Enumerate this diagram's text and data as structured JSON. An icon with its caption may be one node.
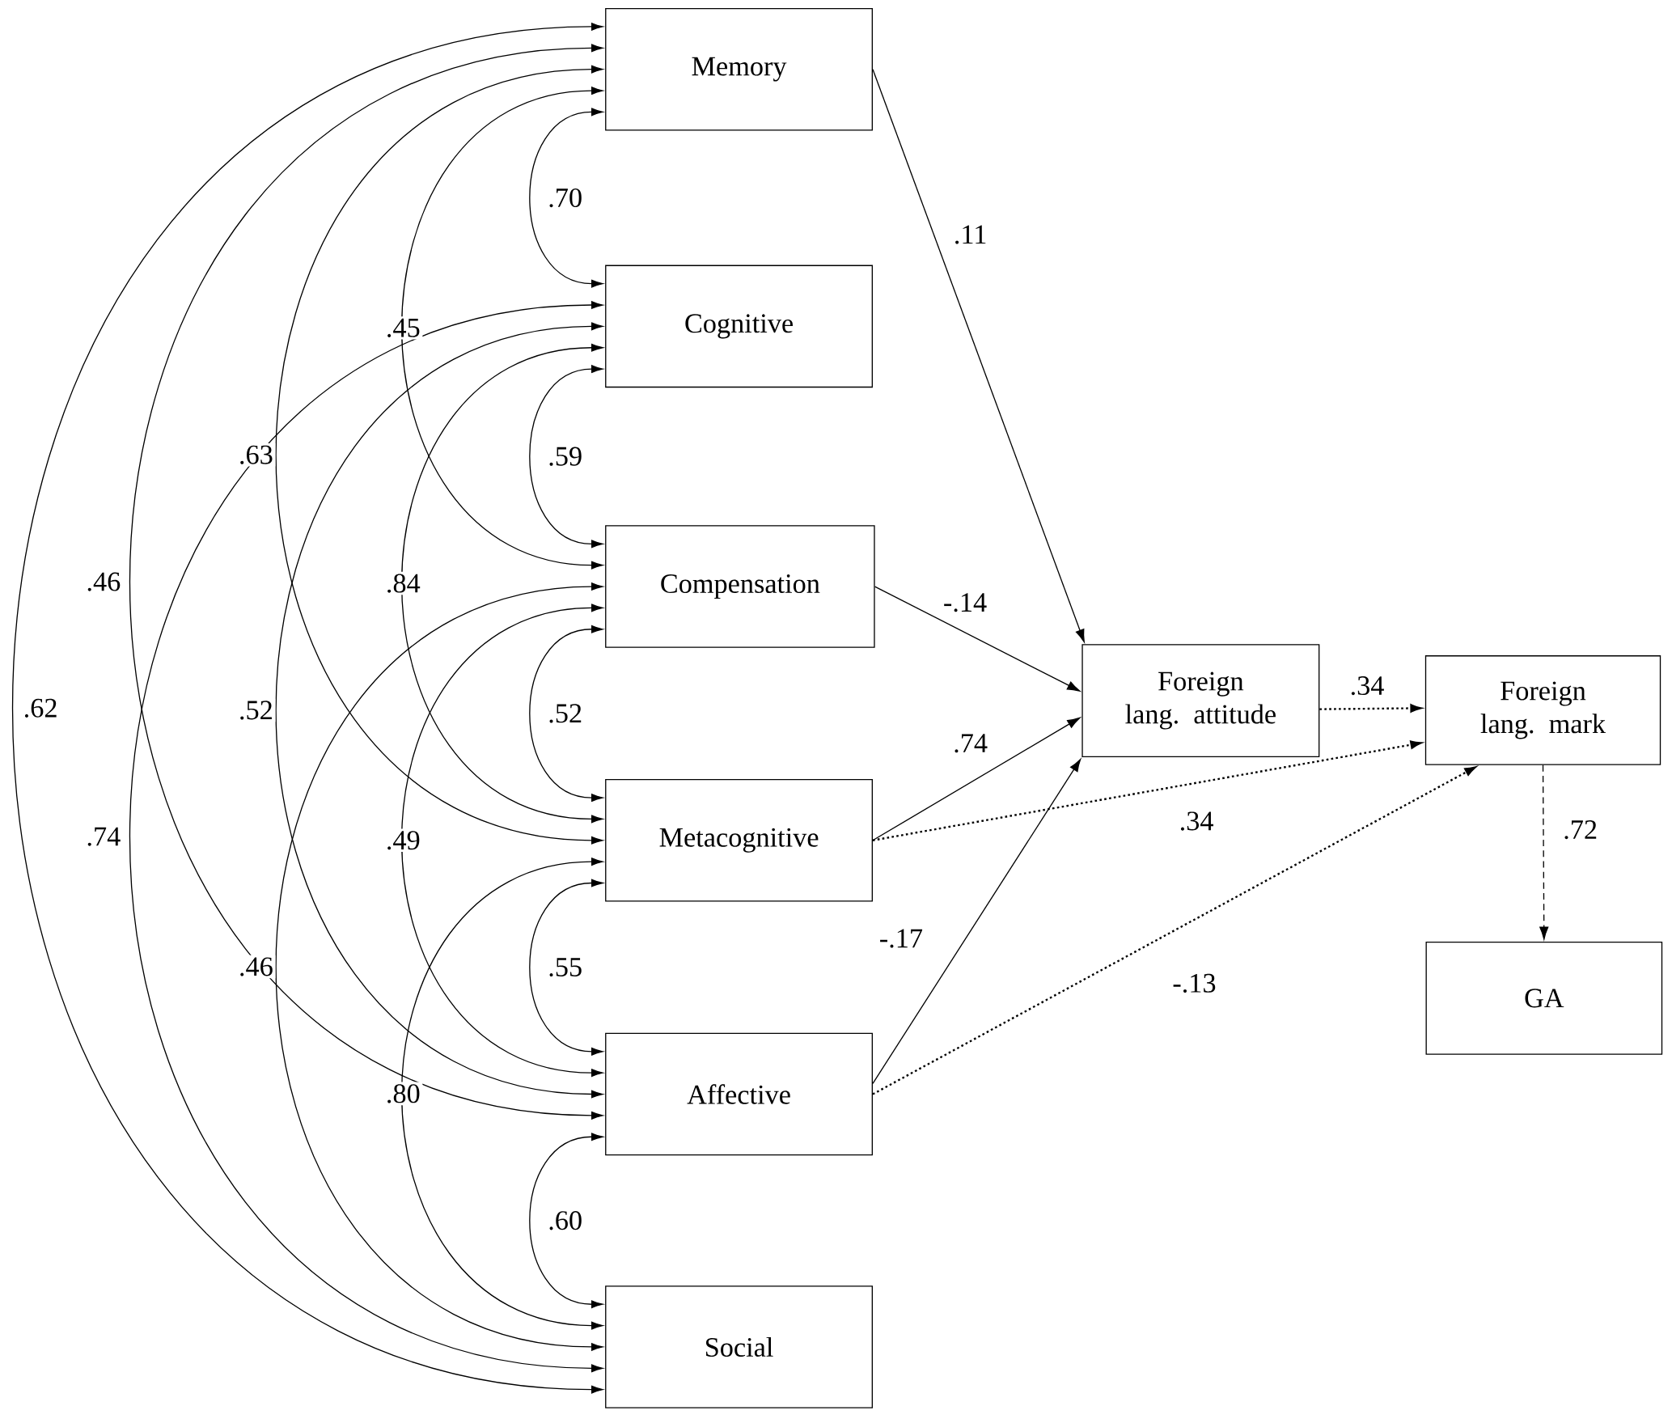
{
  "diagram": {
    "nodes": [
      {
        "text": [
          "Memory"
        ]
      },
      {
        "text": [
          "Cognitive"
        ]
      },
      {
        "text": [
          "Compensation"
        ]
      },
      {
        "text": [
          "Metacognitive"
        ]
      },
      {
        "text": [
          "Affective"
        ]
      },
      {
        "text": [
          "Social"
        ]
      },
      {
        "text": [
          "Foreign lang. attitude"
        ]
      },
      {
        "text": [
          "Foreign lang. mark"
        ]
      },
      {
        "text": [
          "GA"
        ]
      }
    ],
    "edges": [
      {
        "from": 0,
        "to": 1,
        "arrow": "both",
        "label": ".70"
      },
      {
        "from": 1,
        "to": 2,
        "arrow": "both",
        "label": ".59"
      },
      {
        "from": 2,
        "to": 3,
        "arrow": "both",
        "label": ".52"
      },
      {
        "from": 3,
        "to": 4,
        "arrow": "both",
        "label": ".55"
      },
      {
        "from": 4,
        "to": 5,
        "arrow": "both",
        "label": ".60"
      },
      {
        "from": 0,
        "to": 2,
        "arrow": "both",
        "label": ".45"
      },
      {
        "from": 1,
        "to": 3,
        "arrow": "both",
        "label": ".84"
      },
      {
        "from": 2,
        "to": 4,
        "arrow": "both",
        "label": ".49"
      },
      {
        "from": 3,
        "to": 5,
        "arrow": "both",
        "label": ".80"
      },
      {
        "from": 0,
        "to": 3,
        "arrow": "both",
        "label": ".63"
      },
      {
        "from": 1,
        "to": 4,
        "arrow": "both",
        "label": ".52"
      },
      {
        "from": 2,
        "to": 5,
        "arrow": "both",
        "label": ".46"
      },
      {
        "from": 0,
        "to": 4,
        "arrow": "both",
        "label": ".46"
      },
      {
        "from": 1,
        "to": 5,
        "arrow": "both",
        "label": ".74"
      },
      {
        "from": 0,
        "to": 5,
        "arrow": "both",
        "label": ".62"
      },
      {
        "from": 0,
        "to": 6,
        "arrow": "to",
        "label": ".11"
      },
      {
        "from": 2,
        "to": 6,
        "arrow": "to",
        "label": "-.14"
      },
      {
        "from": 3,
        "to": 6,
        "arrow": "to",
        "label": ".74"
      },
      {
        "from": 4,
        "to": 6,
        "arrow": "to",
        "label": "-.17"
      },
      {
        "from": 6,
        "to": 7,
        "arrow": "to",
        "label": ".34",
        "style": "dashed"
      },
      {
        "from": 3,
        "to": 7,
        "arrow": "to",
        "label": ".34",
        "style": "dashed"
      },
      {
        "from": 4,
        "to": 7,
        "arrow": "to",
        "label": "-.13",
        "style": "dashed"
      },
      {
        "from": 7,
        "to": 8,
        "arrow": "to",
        "label": ".72",
        "style": "dashed"
      }
    ]
  }
}
